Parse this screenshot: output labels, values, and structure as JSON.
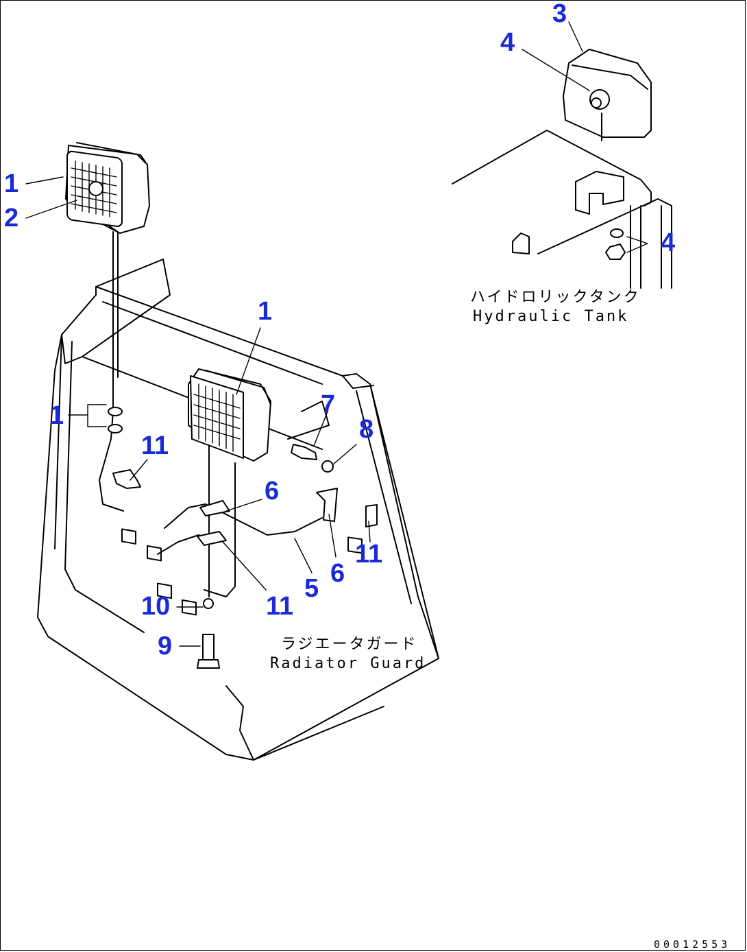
{
  "callouts": {
    "n1": "1",
    "n2": "2",
    "n3": "3",
    "n4": "4",
    "n5": "5",
    "n6": "6",
    "n7": "7",
    "n8": "8",
    "n9": "9",
    "n10": "10",
    "n11": "11"
  },
  "labels": {
    "hydraulic_jp": "ハイドロリックタンク",
    "hydraulic_en": "Hydraulic Tank",
    "radiator_jp": "ラジエータガード",
    "radiator_en": "Radiator Guard"
  },
  "drawing_code": "00012553"
}
